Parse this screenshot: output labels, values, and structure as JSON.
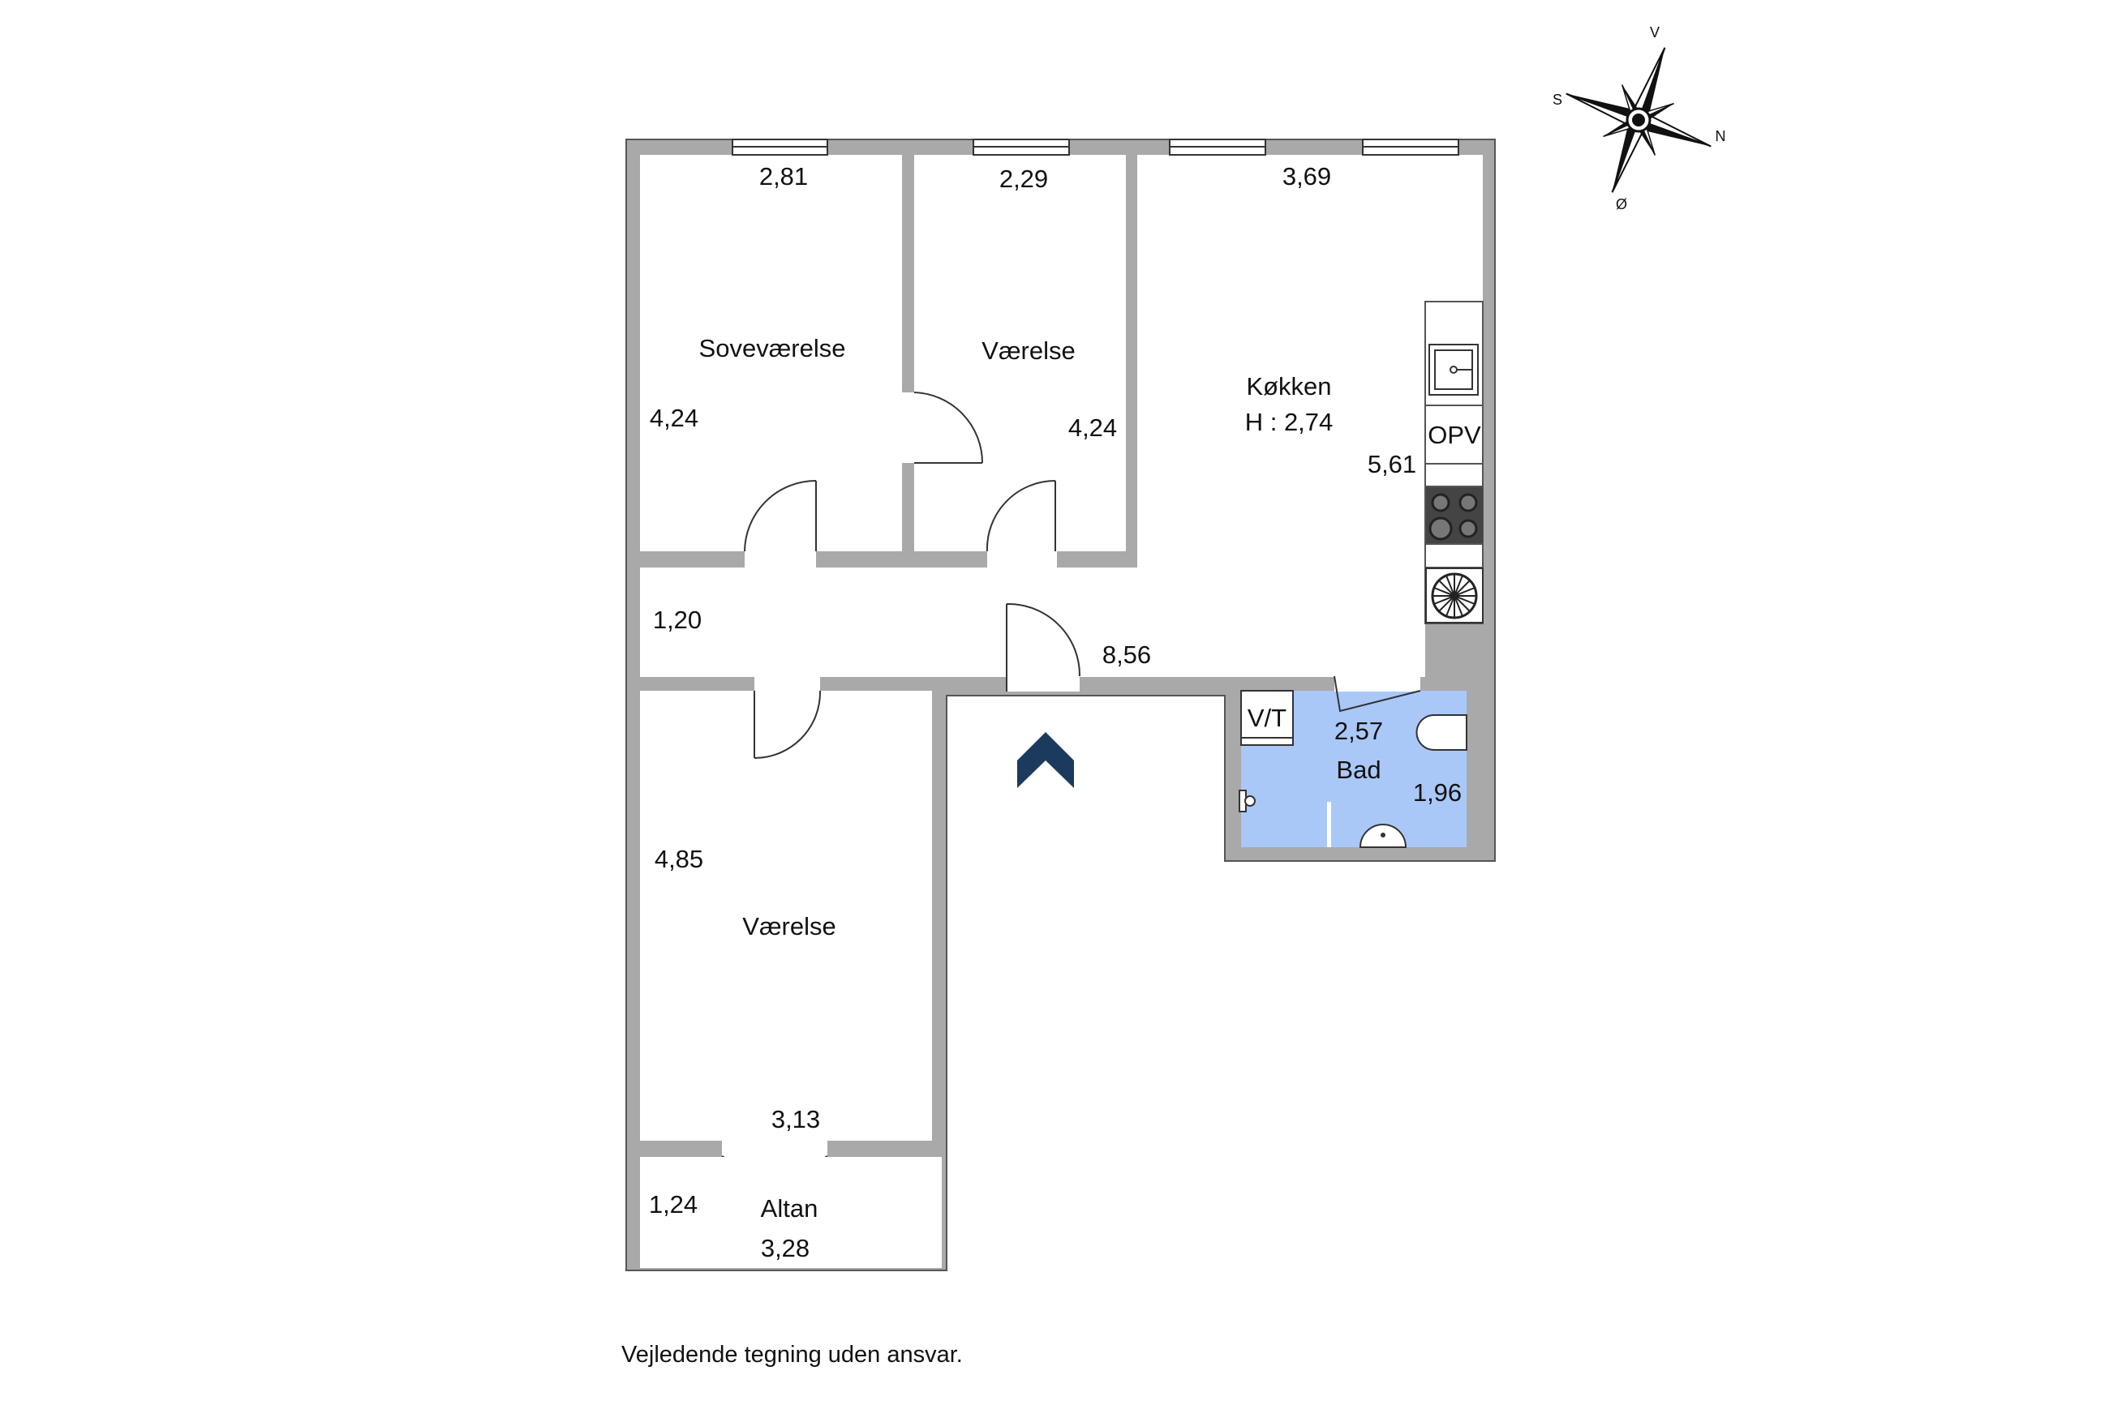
{
  "compass": {
    "north": "N",
    "south": "S",
    "east": "Ø",
    "west": "V"
  },
  "rooms": {
    "soveværelse": {
      "name": "Soveværelse",
      "width": "2,81",
      "length": "4,24"
    },
    "værelse_top": {
      "name": "Værelse",
      "width": "2,29",
      "length": "4,24"
    },
    "køkken": {
      "name": "Køkken",
      "height_note": "H : 2,74",
      "width": "3,69",
      "length": "5,61",
      "appliance_label": "OPV"
    },
    "gang": {
      "width": "1,20",
      "length": "8,56"
    },
    "bad": {
      "name": "Bad",
      "width": "2,57",
      "length": "1,96",
      "fixture_label": "V/T",
      "floor_color": "#a9c8f8"
    },
    "værelse_bottom": {
      "name": "Værelse",
      "length": "4,85",
      "width": "3,13"
    },
    "altan": {
      "name": "Altan",
      "depth": "1,24",
      "width": "3,28"
    }
  },
  "entrance": {
    "icon": "entrance-arrow-icon",
    "color": "#1c3a5e"
  },
  "disclaimer": "Vejledende tegning uden ansvar."
}
